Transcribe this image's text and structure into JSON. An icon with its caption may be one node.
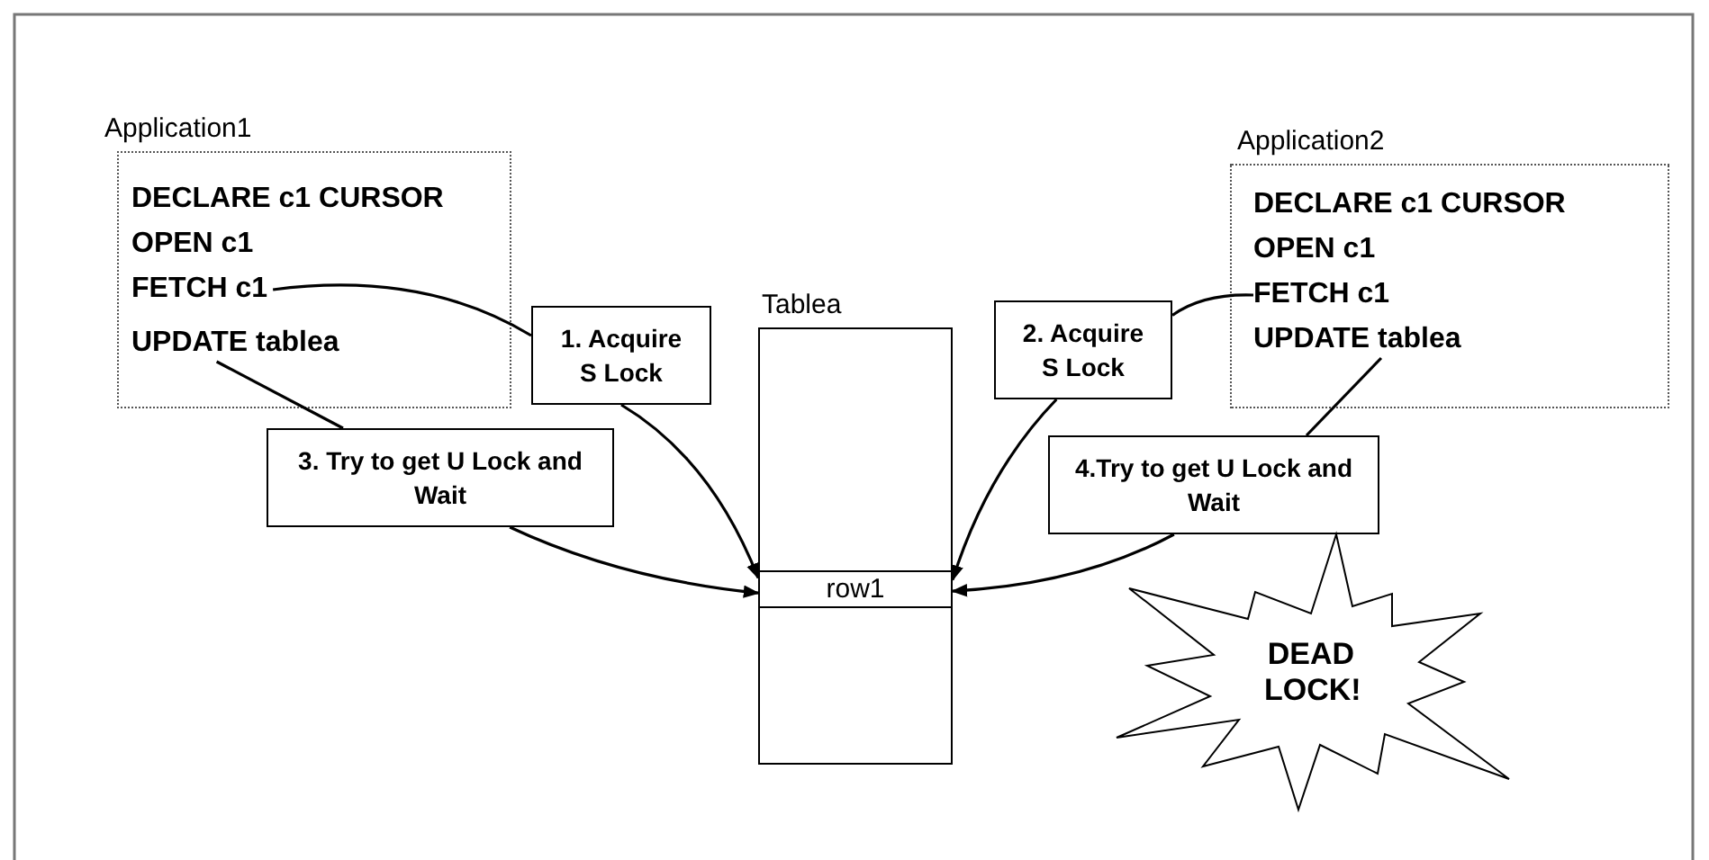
{
  "diagram": {
    "nodes": [
      {
        "text": [
          "Application1",
          "DECLARE c1 CURSOR",
          "OPEN c1"
        ]
      },
      {
        "text": [
          "FETCH c1"
        ],
        "in": 0
      },
      {
        "text": [
          "UPDATE tablea"
        ],
        "in": 0
      },
      {
        "text": [
          "1. Acquire S Lock"
        ]
      },
      {
        "text": [
          "3. Try to get U Lock and Wait"
        ]
      },
      {
        "text": [
          "Tablea"
        ]
      },
      {
        "text": [
          "row1"
        ],
        "in": 5
      },
      {
        "text": [
          "Application2",
          "DECLARE c1 CURSOR",
          "OPEN c1"
        ]
      },
      {
        "text": [
          "FETCH c1"
        ],
        "in": 7
      },
      {
        "text": [
          "UPDATE tablea"
        ],
        "in": 7
      },
      {
        "text": [
          "2. Acquire S Lock"
        ]
      },
      {
        "text": [
          "4.Try to get U Lock and Wait"
        ]
      },
      {
        "text": [
          "DEAD LOCK!"
        ]
      }
    ],
    "edges": [
      {
        "from": 1,
        "to": 3,
        "arrow": "none"
      },
      {
        "from": 3,
        "to": 6,
        "arrow": "to"
      },
      {
        "from": 2,
        "to": 4,
        "arrow": "none"
      },
      {
        "from": 4,
        "to": 6,
        "arrow": "to"
      },
      {
        "from": 8,
        "to": 10,
        "arrow": "none"
      },
      {
        "from": 10,
        "to": 6,
        "arrow": "to"
      },
      {
        "from": 9,
        "to": 11,
        "arrow": "none"
      },
      {
        "from": 11,
        "to": 6,
        "arrow": "to"
      }
    ]
  }
}
